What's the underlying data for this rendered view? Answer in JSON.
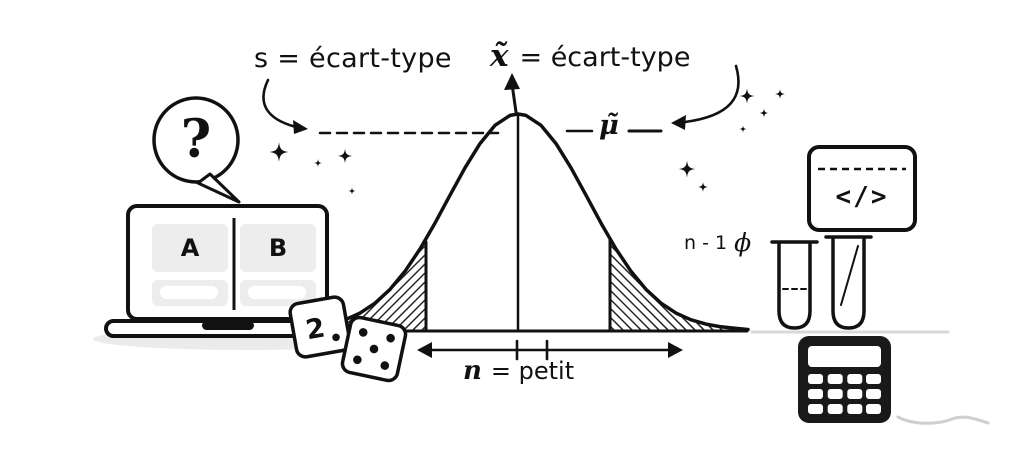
{
  "illustration": {
    "subject": "statistics-sampling-illustration",
    "ink_color": "#111111",
    "panel_gray": "#ededed",
    "shadow_gray": "#ebebeb"
  },
  "labels": {
    "s_deviation": "s = écart-type",
    "xbar_symbol": "x̃",
    "xbar_rest": "= écart-type",
    "mu_symbol": "μ̃",
    "n_symbol": "n",
    "n_rest": "= petit",
    "df_label": "n - 1",
    "phi_symbol": "ϕ",
    "question_mark": "?"
  },
  "laptop": {
    "panel_a": "A",
    "panel_b": "B"
  },
  "dice": {
    "die1_value": "2"
  },
  "code_block": {
    "label": "</>"
  }
}
